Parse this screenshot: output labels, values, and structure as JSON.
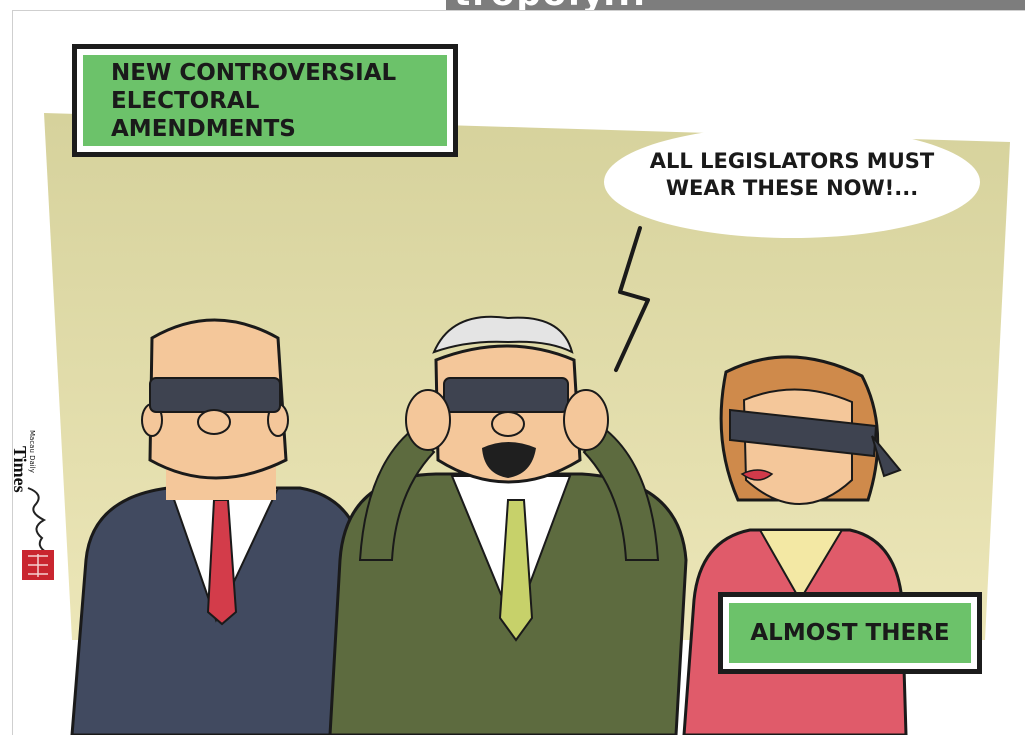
{
  "header": {
    "title_partial": "tropoly..."
  },
  "captions": {
    "top_line1": "NEW CONTROVERSIAL",
    "top_line2": "ELECTORAL AMENDMENTS",
    "bottom": "ALMOST THERE"
  },
  "speech_bubble": {
    "line1": "ALL LEGISLATORS MUST",
    "line2": "WEAR THESE NOW!..."
  },
  "publication": {
    "name": "Times",
    "tagline": "Macau Daily"
  },
  "colors": {
    "caption_green": "#6cc26a",
    "backdrop": "#d8d4a0",
    "blindfold": "#3e4350",
    "skin": "#f4c79a"
  },
  "icons": [
    "artist-signature-icon",
    "red-seal-icon"
  ]
}
